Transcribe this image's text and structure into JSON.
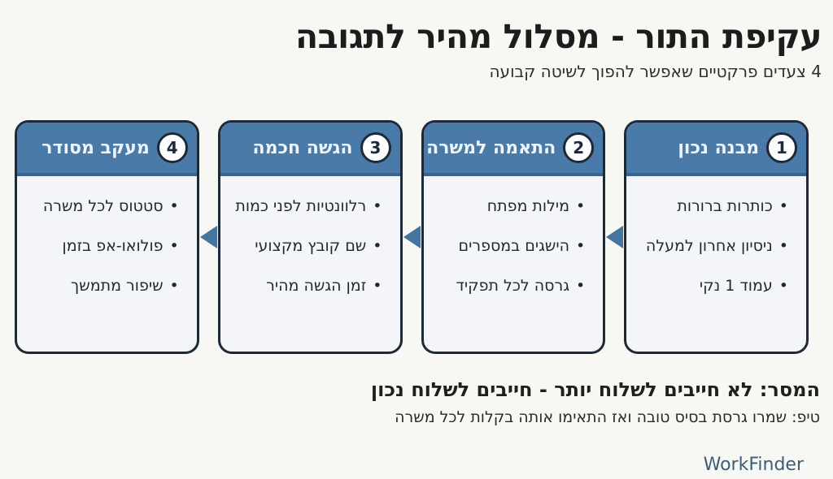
{
  "page": {
    "title": "עקיפת התור - מסלול מהיר לתגובה",
    "subtitle": "4 צעדים פרקטיים שאפשר להפוך לשיטה קבועה",
    "message": "המסר: לא חייבים לשלוח יותר - חייבים לשלוח נכון",
    "tip": "טיפ: שמרו גרסת בסיס טובה ואז התאימו אותה בקלות לכל משרה",
    "brand": "WorkFinder"
  },
  "steps": [
    {
      "number": "1",
      "title": "מבנה נכון",
      "bullets": [
        "כותרות ברורות",
        "ניסיון אחרון למעלה",
        "עמוד 1 נקי"
      ]
    },
    {
      "number": "2",
      "title": "התאמה למשרה",
      "bullets": [
        "מילות מפתח",
        "הישגים במספרים",
        "גרסה לכל תפקיד"
      ]
    },
    {
      "number": "3",
      "title": "הגשה חכמה",
      "bullets": [
        "רלוונטיות לפני כמות",
        "שם קובץ מקצועי",
        "זמן הגשה מהיר"
      ]
    },
    {
      "number": "4",
      "title": "מעקב מסודר",
      "bullets": [
        "סטטוס לכל משרה",
        "פולואו-אפ בזמן",
        "שיפור מתמשך"
      ]
    }
  ],
  "ui": {
    "bullet_glyph": "•"
  },
  "colors": {
    "header_blue": "#4a7aa8",
    "header_blue_dark": "#3a648f",
    "card_border_dark": "#1d2936",
    "card_body_bg": "#f3f5f8",
    "arrow_blue": "#46749f",
    "brand_color": "#3d5c78",
    "page_background": "#f7f7f4"
  }
}
